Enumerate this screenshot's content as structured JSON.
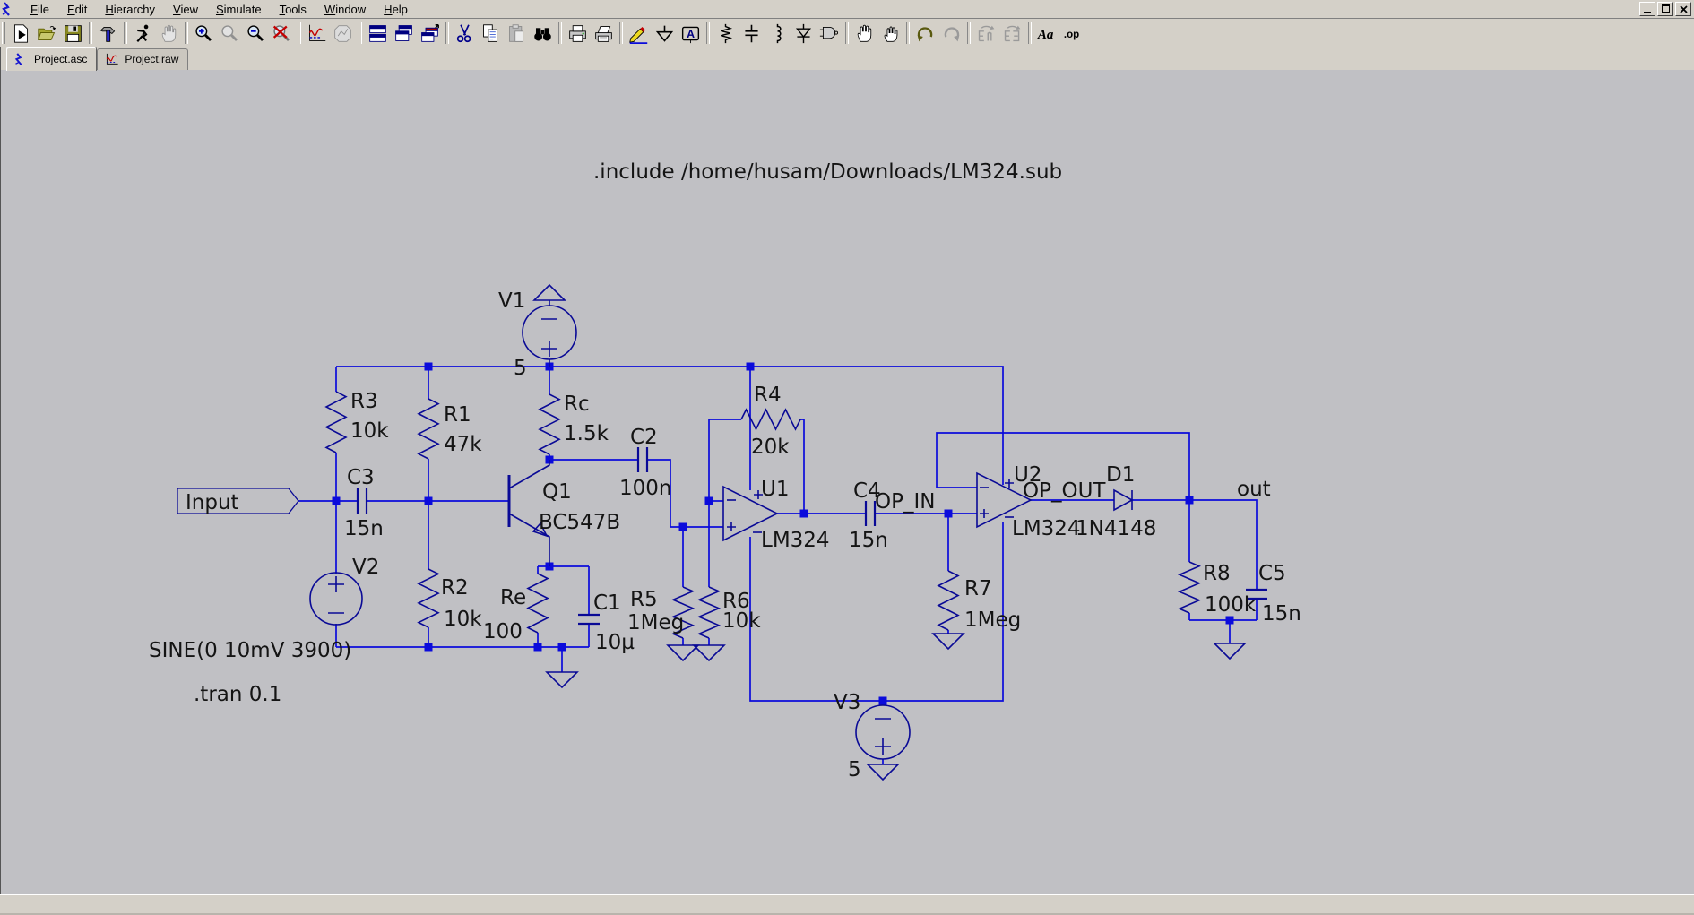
{
  "titlebar": {
    "menu": [
      "File",
      "Edit",
      "Hierarchy",
      "View",
      "Simulate",
      "Tools",
      "Window",
      "Help"
    ]
  },
  "tabs": {
    "active": "Project.asc",
    "inactive": "Project.raw"
  },
  "toolbar": {
    "labels": {
      "text_tool": "Aa",
      "spice_directive": ".op",
      "net_label": "A"
    }
  },
  "schematic": {
    "colors": {
      "wire": "#0b0bdb",
      "symbol": "#0a0a96",
      "text": "#141414",
      "canvas": "#c0c0c4"
    },
    "directives": {
      "include": ".include /home/husam/Downloads/LM324.sub",
      "tran": ".tran 0.1"
    },
    "sources": {
      "v1": {
        "name": "V1",
        "value": "5"
      },
      "v2": {
        "name": "V2",
        "value": "SINE(0 10mV 3900)"
      },
      "v3": {
        "name": "V3",
        "value": "5"
      }
    },
    "resistors": {
      "r1": {
        "name": "R1",
        "value": "47k"
      },
      "r2": {
        "name": "R2",
        "value": "10k"
      },
      "r3": {
        "name": "R3",
        "value": "10k"
      },
      "r4": {
        "name": "R4",
        "value": "20k"
      },
      "r5": {
        "name": "R5",
        "value": "1Meg"
      },
      "r6": {
        "name": "R6",
        "value": "10k"
      },
      "r7": {
        "name": "R7",
        "value": "1Meg"
      },
      "r8": {
        "name": "R8",
        "value": "100k"
      },
      "rc": {
        "name": "Rc",
        "value": "1.5k"
      },
      "re": {
        "name": "Re",
        "value": "100"
      }
    },
    "capacitors": {
      "c1": {
        "name": "C1",
        "value": "10µ"
      },
      "c2": {
        "name": "C2",
        "value": "100n"
      },
      "c3": {
        "name": "C3",
        "value": "15n"
      },
      "c4": {
        "name": "C4",
        "value": "15n"
      },
      "c5": {
        "name": "C5",
        "value": "15n"
      }
    },
    "semiconductors": {
      "q1": {
        "name": "Q1",
        "value": "BC547B"
      },
      "u1": {
        "name": "U1",
        "value": "LM324"
      },
      "u2": {
        "name": "U2",
        "value": "LM324"
      },
      "d1": {
        "name": "D1",
        "value": "1N4148"
      }
    },
    "net_labels": {
      "input": "Input",
      "op_in": "OP_IN",
      "op_out": "OP_OUT",
      "out": "out"
    }
  }
}
